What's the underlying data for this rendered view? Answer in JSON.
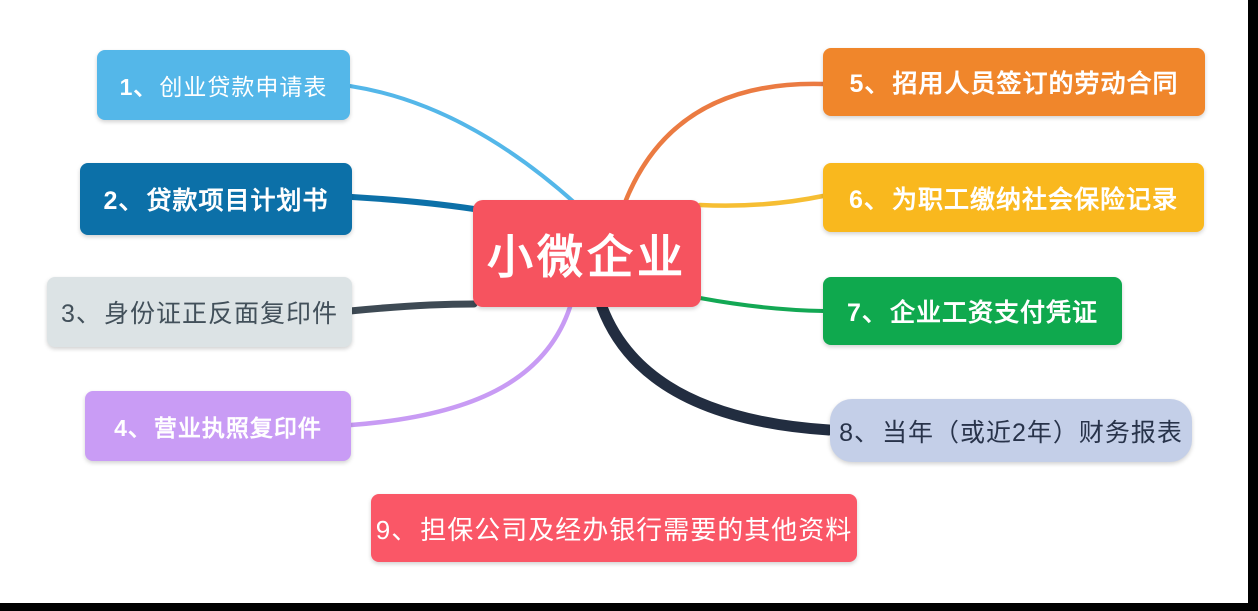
{
  "center": {
    "label": "小微企业",
    "bg": "#F6535F",
    "color": "#FFFFFF"
  },
  "branches": [
    {
      "num": "1、",
      "label": "创业贷款申请表",
      "bg": "#54B7E9",
      "color": "#FFFFFF",
      "line": "#54B7E9"
    },
    {
      "num": "2、",
      "label": "贷款项目计划书",
      "bg": "#0C70A8",
      "color": "#FFFFFF",
      "line": "#0C70A8"
    },
    {
      "num": "3、",
      "label": "身份证正反面复印件",
      "bg": "#DCE3E5",
      "color": "#42505A",
      "line": "#3E4A54"
    },
    {
      "num": "4、",
      "label": "营业执照复印件",
      "bg": "#C99CF5",
      "color": "#FFFFFF",
      "line": "#C89BF4"
    },
    {
      "num": "5、",
      "label": "招用人员签订的劳动合同",
      "bg": "#F0862B",
      "color": "#FFFFFF",
      "line": "#EB7B42"
    },
    {
      "num": "6、",
      "label": "为职工缴纳社会保险记录",
      "bg": "#F9B81E",
      "color": "#FFFFFF",
      "line": "#F6BE33"
    },
    {
      "num": "7、",
      "label": "企业工资支付凭证",
      "bg": "#0FA94E",
      "color": "#FFFFFF",
      "line": "#13A854"
    },
    {
      "num": "8、",
      "label": "当年（或近2年）财务报表",
      "bg": "#C4CFE8",
      "color": "#28334A",
      "line": "#222D40"
    },
    {
      "num": "9、",
      "label": "担保公司及经办银行需要的其他资料",
      "bg": "#FA5767",
      "color": "#FFFFFF"
    }
  ],
  "frame": {
    "color": "#000000"
  }
}
